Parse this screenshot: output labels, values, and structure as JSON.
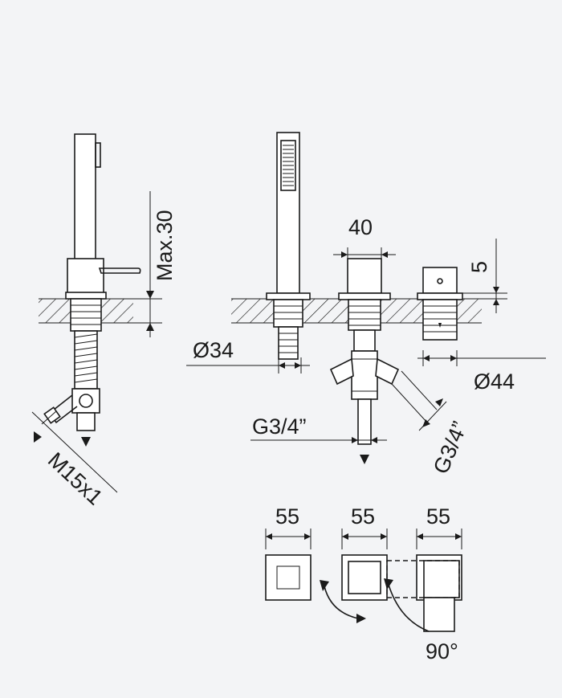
{
  "dimensions": {
    "max30": "Max.30",
    "m15x1": "M15x1",
    "d34": "Ø34",
    "d44": "Ø44",
    "w40": "40",
    "h5": "5",
    "g34_left": "G3/4”",
    "g34_right": "G3/4”",
    "w55_a": "55",
    "w55_b": "55",
    "w55_c": "55",
    "angle90": "90°"
  },
  "colors": {
    "background": "#f3f4f6",
    "line": "#1a1a1a"
  }
}
